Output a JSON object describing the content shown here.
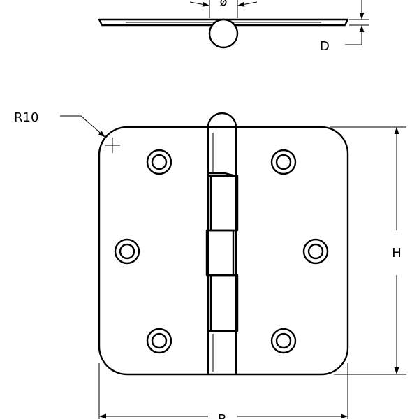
{
  "drawing": {
    "labels": {
      "radius": "R10",
      "diameter": "ø",
      "thickness": "D",
      "height": "H",
      "width": "B"
    },
    "colors": {
      "line": "#000000",
      "background": "#ffffff"
    }
  }
}
